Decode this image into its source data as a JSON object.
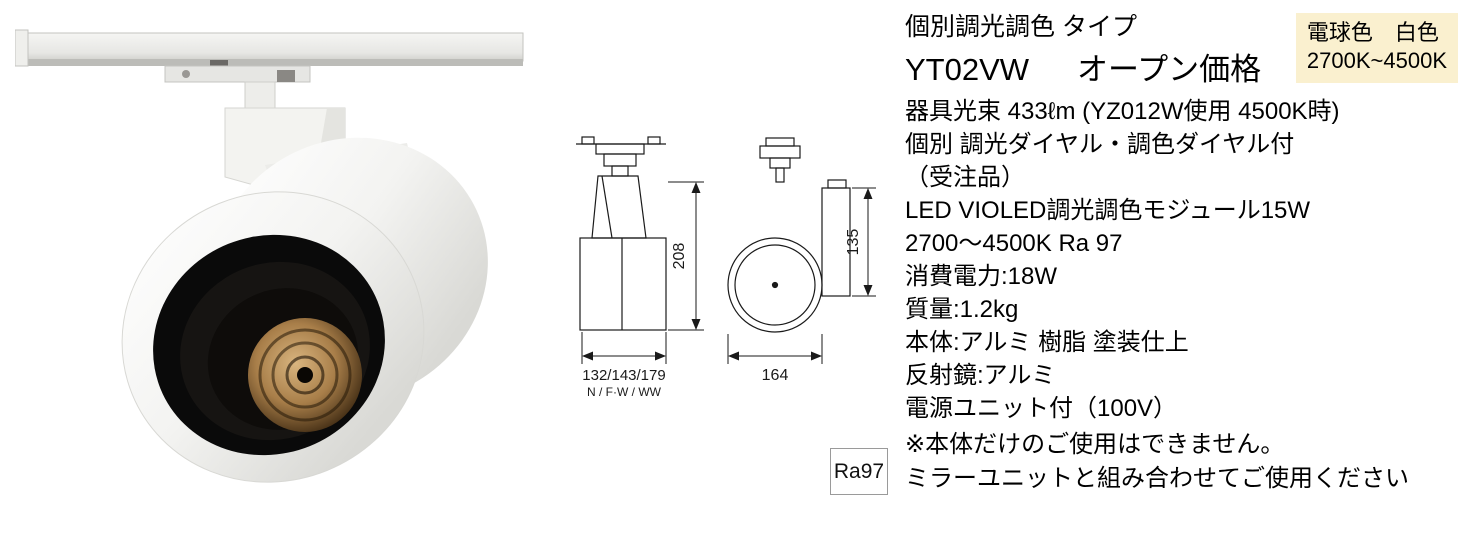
{
  "product": {
    "type_label": "個別調光調色 タイプ",
    "model": "YT02VW",
    "price": "オープン価格",
    "specs": [
      "器具光束 433ℓm (YZ012W使用 4500K時)",
      "個別 調光ダイヤル・調色ダイヤル付",
      "（受注品）",
      "LED VIOLED調光調色モジュール15W",
      "2700～4500K Ra 97",
      "消費電力:18W",
      "質量:1.2kg",
      "本体:アルミ 樹脂 塗装仕上",
      "反射鏡:アルミ",
      "電源ユニット付（100V）"
    ],
    "notes": [
      "※本体だけのご使用はできません。",
      "ミラーユニットと組み合わせてご使用ください"
    ]
  },
  "color_badge": {
    "line1": "電球色　白色",
    "line2": "2700K~4500K",
    "background": "#faf0cf"
  },
  "drawing": {
    "side_height": "208",
    "side_width": "132/143/179",
    "side_width_variants": "N / F·W / WW",
    "front_width": "164",
    "front_height": "135",
    "ra_badge": "Ra97"
  },
  "colors": {
    "reflector_accent": "#b08a52",
    "line_color": "#1a1a1a"
  }
}
